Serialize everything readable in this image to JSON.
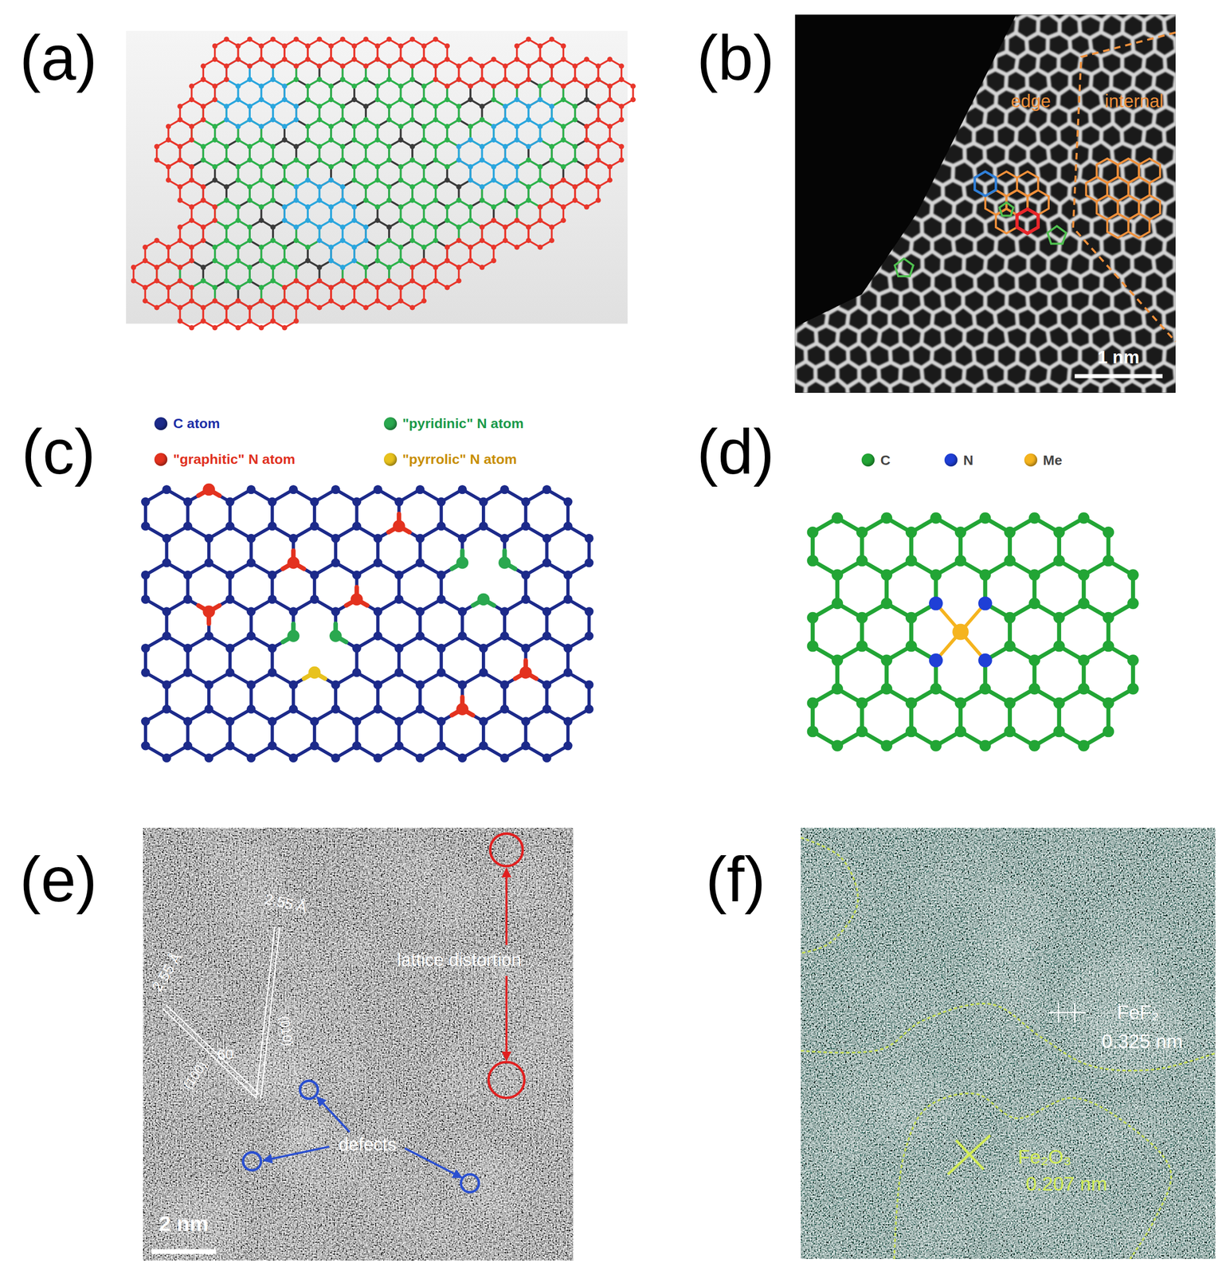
{
  "diagram": {
    "labels": [
      "(a)",
      "(b)",
      "edge",
      "internal",
      "1 nm",
      "(c)",
      "(d)",
      "(e)",
      "lattice distortion",
      "2.55 Å",
      "2.55 Å",
      "60",
      "(010)",
      "(100)",
      "defects",
      "2 nm",
      "(f)",
      "FeF₂",
      "0.325 nm",
      "Fe₂O₃",
      "0.207 nm"
    ],
    "legend": [
      {
        "text": "C atom",
        "color": "#1c2a8a"
      },
      {
        "text": "\"pyridinic\" N atom",
        "color": "#2aa84f"
      },
      {
        "text": "\"graphitic\" N atom",
        "color": "#e3321f"
      },
      {
        "text": "\"pyrrolic\" N atom",
        "color": "#e8c21e"
      },
      {
        "text": "C",
        "color": "#22a535"
      },
      {
        "text": "N",
        "color": "#1f3fd6"
      },
      {
        "text": "Me",
        "color": "#f5b41e"
      }
    ]
  }
}
